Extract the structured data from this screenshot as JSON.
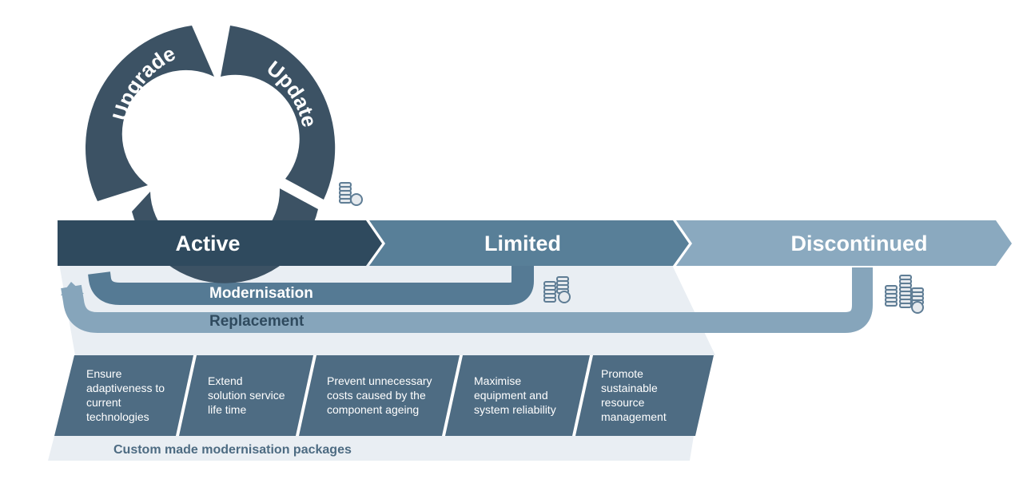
{
  "cycle": {
    "upgrade_label": "Upgrade",
    "update_label": "Update"
  },
  "phases": [
    {
      "label": "Active",
      "color": "#2f4a5e"
    },
    {
      "label": "Limited",
      "color": "#587f98"
    },
    {
      "label": "Discontinued",
      "color": "#8aa9bf"
    }
  ],
  "paths": {
    "modernisation_label": "Modernisation",
    "replacement_label": "Replacement",
    "modernisation_color": "#557a94",
    "replacement_color": "#86a5bb",
    "label_color": "#2f4a5e"
  },
  "benefits": [
    {
      "lines": [
        "Ensure",
        "adaptiveness to",
        "current",
        "technologies"
      ]
    },
    {
      "lines": [
        "Extend",
        "solution service",
        "life time"
      ]
    },
    {
      "lines": [
        "Prevent unnecessary",
        "costs caused by the",
        "component ageing"
      ]
    },
    {
      "lines": [
        "Maximise",
        "equipment and",
        "system reliability"
      ]
    },
    {
      "lines": [
        "Promote",
        "sustainable",
        "resource",
        "management"
      ]
    }
  ],
  "footer": {
    "label": "Custom made modernisation packages",
    "color": "#4d6b82"
  },
  "icons": [
    "coins-small-icon",
    "coins-medium-icon",
    "coins-large-icon"
  ]
}
